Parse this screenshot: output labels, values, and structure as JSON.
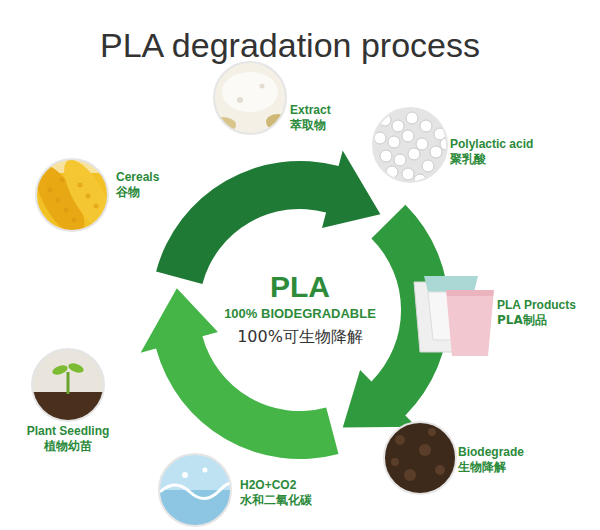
{
  "diagram": {
    "title": "PLA degradation process",
    "nodes": [
      {
        "text": [
          "PLA",
          "100% BIODEGRADABLE",
          "100%可生物降解"
        ]
      },
      {
        "text": [
          "Cereals",
          "谷物"
        ]
      },
      {
        "text": [
          "Extract",
          "萃取物"
        ]
      },
      {
        "text": [
          "Polylactic acid",
          "聚乳酸"
        ]
      },
      {
        "text": [
          "PLA Products",
          "PLA制品"
        ]
      },
      {
        "text": [
          "Biodegrade",
          "生物降解"
        ]
      },
      {
        "text": [
          "H2O+CO2",
          "水和二氧化碳"
        ]
      },
      {
        "text": [
          "Plant Seedling",
          "植物幼苗"
        ]
      }
    ]
  }
}
